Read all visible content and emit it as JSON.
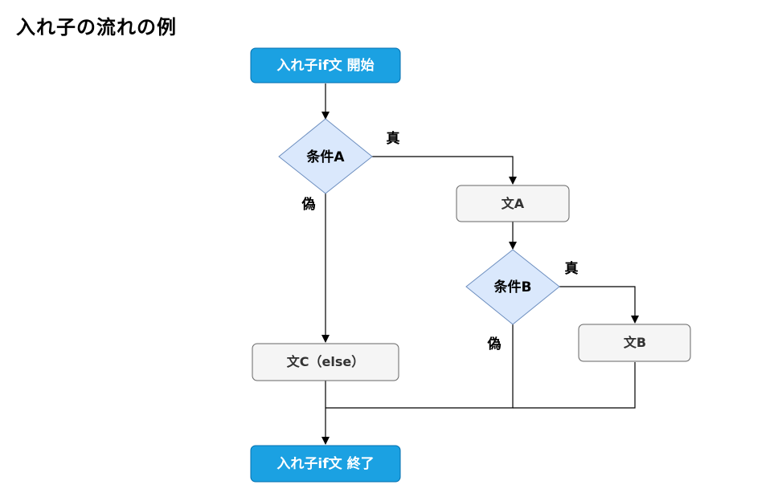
{
  "title": "入れ子の流れの例",
  "nodes": {
    "start": "入れ子if文 開始",
    "cond_a": "条件A",
    "stmt_a": "文A",
    "cond_b": "条件B",
    "stmt_b": "文B",
    "stmt_c": "文C（else）",
    "end": "入れ子if文 終了"
  },
  "labels": {
    "a_true": "真",
    "a_false": "偽",
    "b_true": "真",
    "b_false": "偽"
  },
  "colors": {
    "terminal_fill": "#1ba1e2",
    "terminal_stroke": "#006eaf",
    "decision_fill": "#dae8fc",
    "decision_stroke": "#6c8ebf",
    "process_fill": "#f5f5f5",
    "process_stroke": "#666666",
    "line": "#000000"
  }
}
